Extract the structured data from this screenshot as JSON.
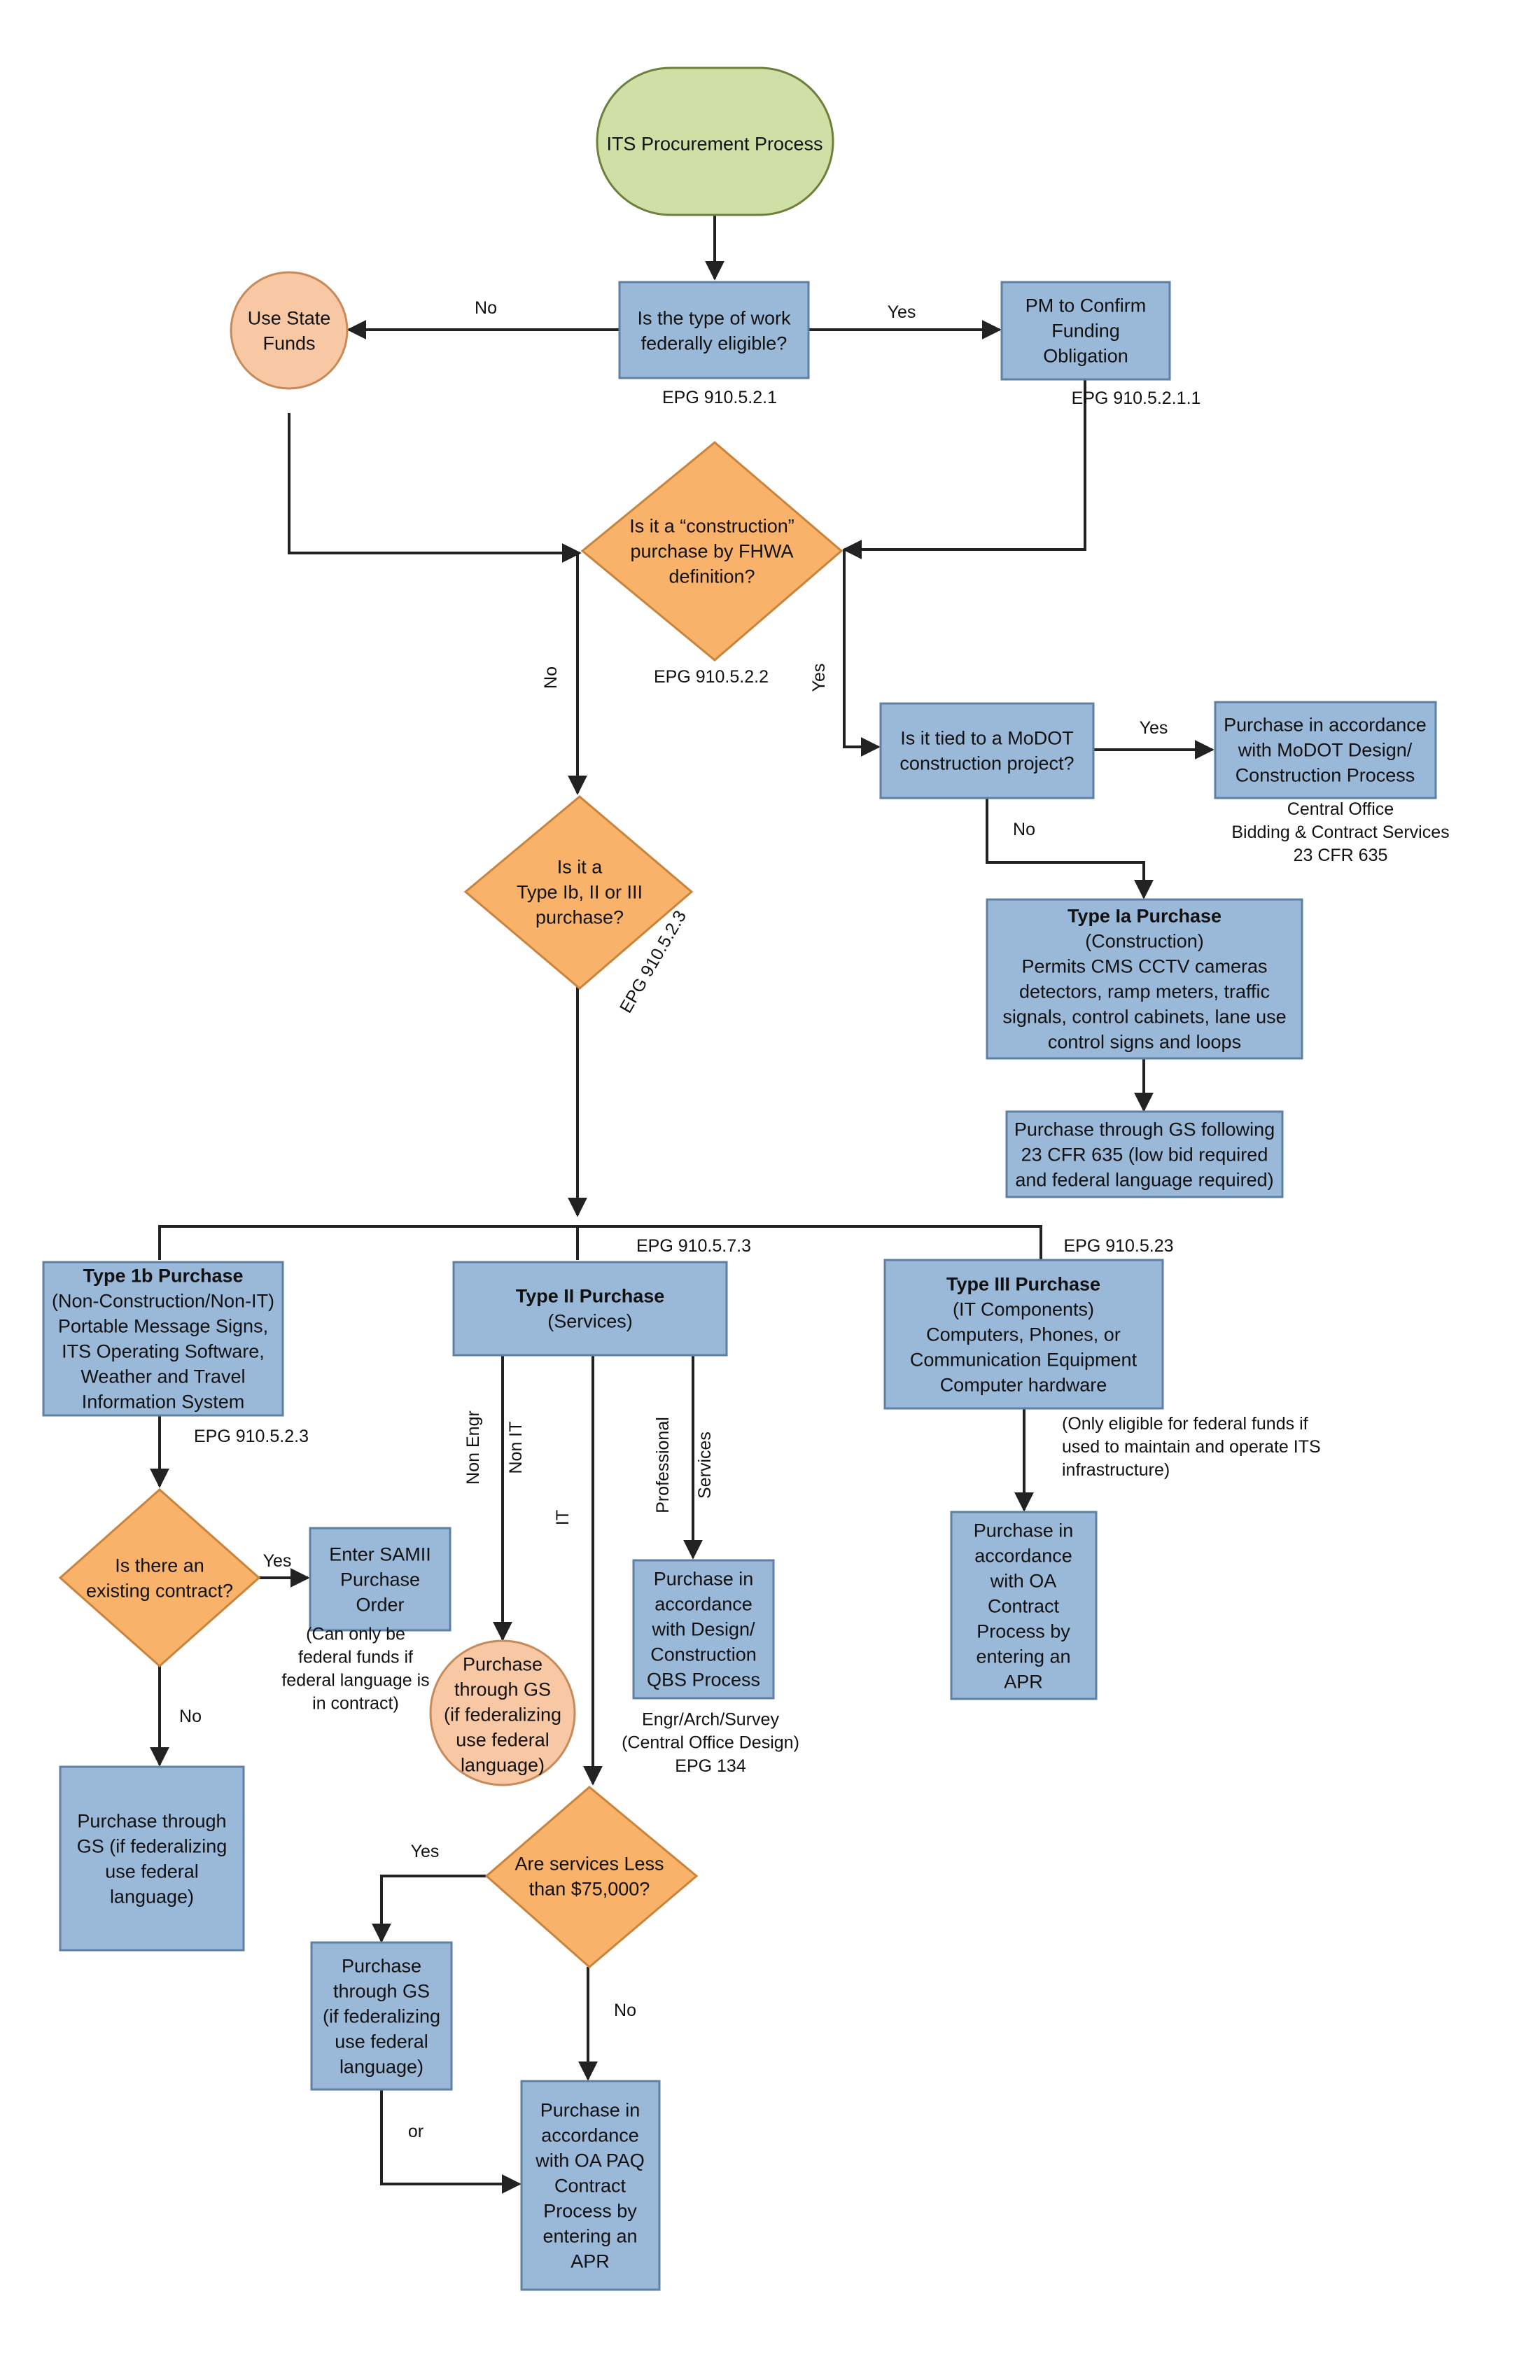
{
  "colors": {
    "box_fill": "#9ab8d8",
    "box_stroke": "#5f7fa5",
    "diamond_fill": "#f8b26a",
    "diamond_stroke": "#c9833a",
    "circle_fill": "#f7c8a3",
    "circle_stroke": "#c98a5a",
    "start_fill": "#cfdfa6",
    "start_stroke": "#6e7f3c",
    "line": "#222222"
  },
  "nodes": {
    "start": [
      "ITS Procurement Process"
    ],
    "eligible_q": [
      "Is the type of work",
      "federally eligible?"
    ],
    "use_state": [
      "Use State",
      "Funds"
    ],
    "pm_confirm": [
      "PM to Confirm",
      "Funding",
      "Obligation"
    ],
    "construction_q": [
      "Is it a “construction”",
      "purchase by FHWA",
      "definition?"
    ],
    "type_q": [
      "Is it a",
      "Type Ib, II or III",
      "purchase?"
    ],
    "tied_q": [
      "Is it tied to a MoDOT",
      "construction project?"
    ],
    "modot_design": [
      "Purchase in accordance",
      "with MoDOT Design/",
      "Construction Process"
    ],
    "type_ia": [
      "Type Ia Purchase",
      "(Construction)",
      "Permits CMS CCTV cameras",
      "detectors, ramp meters, traffic",
      "signals, control cabinets, lane use",
      "control signs and loops"
    ],
    "gs_635": [
      "Purchase through GS following",
      "23 CFR 635 (low bid required",
      "and federal language required)"
    ],
    "type_1b": [
      "Type 1b Purchase",
      "(Non-Construction/Non-IT)",
      "Portable Message Signs,",
      "ITS Operating Software,",
      "Weather and Travel",
      "Information System"
    ],
    "type_ii": [
      "Type II Purchase",
      "(Services)"
    ],
    "type_iii": [
      "Type III Purchase",
      "(IT Components)",
      "Computers, Phones, or",
      "Communication Equipment",
      "Computer hardware"
    ],
    "existing_q": [
      "Is there an",
      "existing contract?"
    ],
    "samii": [
      "Enter SAMII",
      "Purchase",
      "Order"
    ],
    "gs_1b": [
      "Purchase through",
      "GS (if federalizing",
      "use federal",
      "language)"
    ],
    "gs_nonengr": [
      "Purchase",
      "through GS",
      "(if federalizing",
      "use federal",
      "language)"
    ],
    "qbs": [
      "Purchase in",
      "accordance",
      "with Design/",
      "Construction",
      "QBS Process"
    ],
    "oa_contract": [
      "Purchase in",
      "accordance",
      "with OA",
      "Contract",
      "Process by",
      "entering an",
      "APR"
    ],
    "services_q": [
      "Are services Less",
      "than $75,000?"
    ],
    "gs_lt75": [
      "Purchase",
      "through GS",
      "(if federalizing",
      "use federal",
      "language)"
    ],
    "oa_paq": [
      "Purchase in",
      "accordance",
      "with OA PAQ",
      "Contract",
      "Process by",
      "entering an",
      "APR"
    ]
  },
  "labels": {
    "no_1": "No",
    "yes_1": "Yes",
    "no_2": "No",
    "yes_2": "Yes",
    "yes_3": "Yes",
    "no_3": "No",
    "yes_4": "Yes",
    "no_4": "No",
    "non_engr": "Non Engr",
    "non_it": "Non IT",
    "it": "IT",
    "professional": "Professional",
    "services": "Services",
    "yes_5": "Yes",
    "no_5": "No",
    "or": "or",
    "epg_1": "EPG 910.5.2.1",
    "epg_2": "EPG 910.5.2.1.1",
    "epg_3": "EPG 910.5.2.2",
    "epg_4": "EPG 910.5.2.3",
    "epg_5": "EPG 910.5.7.3",
    "epg_6": "EPG 910.5.23",
    "epg_7": "EPG 910.5.2.3",
    "epg_134": "EPG 134"
  },
  "notes": {
    "central_office": [
      "Central Office",
      "Bidding & Contract Services",
      "23 CFR 635"
    ],
    "type_iii_note": [
      "(Only eligible for federal funds if",
      "used to maintain and operate ITS",
      "infrastructure)"
    ],
    "samii_note": [
      "(Can only be",
      "federal funds if",
      "federal language is",
      "in contract)"
    ],
    "qbs_note": [
      "Engr/Arch/Survey",
      "(Central Office Design)"
    ]
  }
}
